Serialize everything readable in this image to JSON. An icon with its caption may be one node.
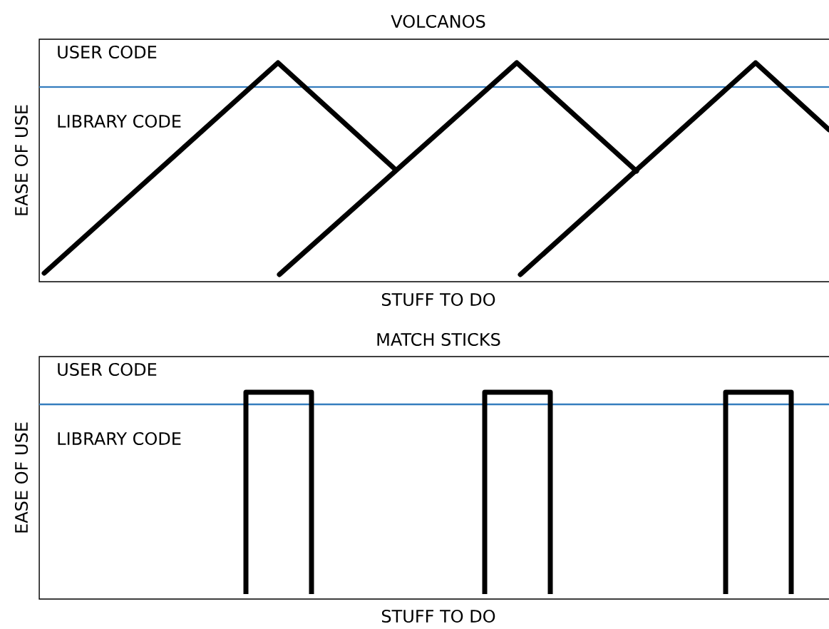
{
  "diagram": {
    "labels": [
      "VOLCANOS",
      "USER CODE",
      "EASE OF USE",
      "LIBRARY CODE",
      "STUFF TO DO",
      "MATCH STICKS",
      "USER CODE",
      "EASE OF USE",
      "LIBRARY CODE",
      "STUFF TO DO"
    ]
  }
}
